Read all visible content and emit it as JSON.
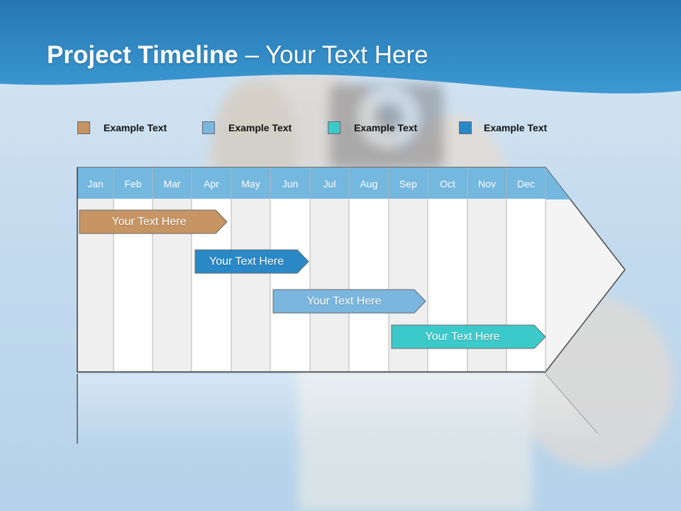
{
  "title": {
    "bold": "Project Timeline",
    "rest": " – Your Text Here"
  },
  "legend": [
    {
      "label": "Example Text",
      "color": "#c79463"
    },
    {
      "label": "Example Text",
      "color": "#7ab6de"
    },
    {
      "label": "Example Text",
      "color": "#3cc9c9"
    },
    {
      "label": "Example Text",
      "color": "#2a88c6"
    }
  ],
  "months": [
    "Jan",
    "Feb",
    "Mar",
    "Apr",
    "May",
    "Jun",
    "Jul",
    "Aug",
    "Sep",
    "Oct",
    "Nov",
    "Dec"
  ],
  "tasks": [
    {
      "label": "Your  Text Here",
      "color": "#c79463"
    },
    {
      "label": "Your  Text Here",
      "color": "#2a88c6"
    },
    {
      "label": "Your  Text Here",
      "color": "#7ab6de"
    },
    {
      "label": "Your  Text Here",
      "color": "#3cc9c9"
    }
  ],
  "colors": {
    "header_band": "#2f8bc7",
    "month_header": "#74b7df"
  }
}
